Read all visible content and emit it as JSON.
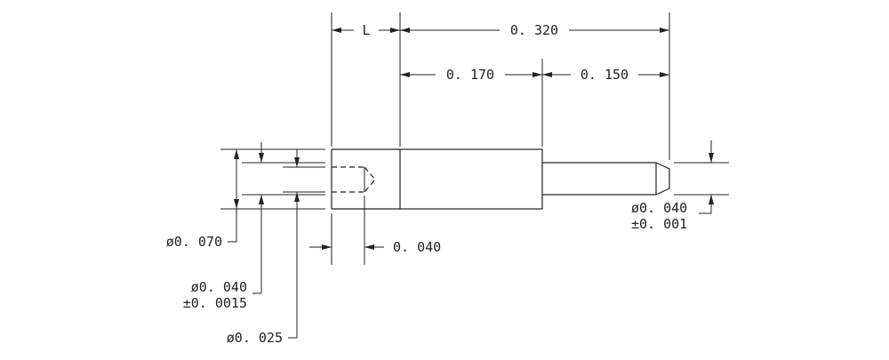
{
  "dimensions": {
    "length_label": "L",
    "overall_length": "0. 320",
    "body_length": "0. 170",
    "tail_length": "0. 150",
    "cup_depth": "0. 040",
    "body_diameter": "ø0. 070",
    "cup_diameter": "ø0. 040",
    "cup_diameter_tol": "±0. 0015",
    "hole_diameter": "ø0. 025",
    "tail_diameter": "ø0. 040",
    "tail_diameter_tol": "±0. 001"
  }
}
